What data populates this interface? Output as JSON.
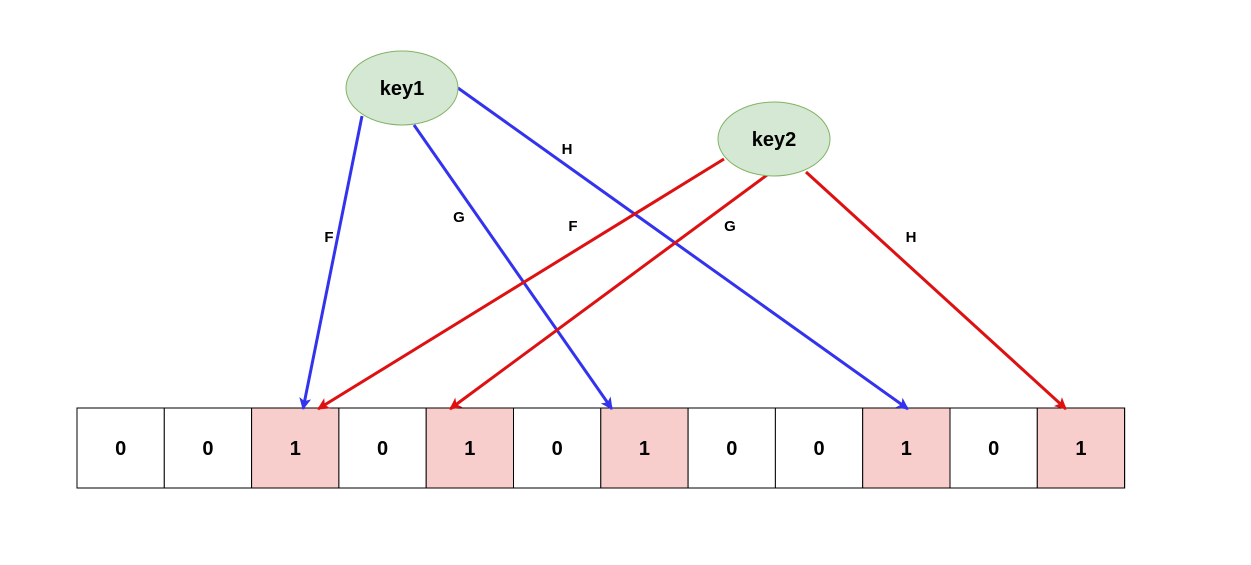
{
  "colors": {
    "node_fill": "#d5e8d4",
    "node_stroke": "#82b366",
    "cell_set_fill": "#f8cecc",
    "cell_set_stroke": "#b85450",
    "cell_unset_fill": "#ffffff",
    "cell_stroke": "#000000",
    "key1_edge": "#3333ee",
    "key2_edge": "#dd1111"
  },
  "keys": [
    {
      "id": "key1",
      "label": "key1"
    },
    {
      "id": "key2",
      "label": "key2"
    }
  ],
  "bits": [
    "0",
    "0",
    "1",
    "0",
    "1",
    "0",
    "1",
    "0",
    "0",
    "1",
    "0",
    "1"
  ],
  "edges": [
    {
      "from": "key1",
      "to_index": 2,
      "label": "F"
    },
    {
      "from": "key1",
      "to_index": 6,
      "label": "G"
    },
    {
      "from": "key1",
      "to_index": 9,
      "label": "H"
    },
    {
      "from": "key2",
      "to_index": 2,
      "label": "F"
    },
    {
      "from": "key2",
      "to_index": 4,
      "label": "G"
    },
    {
      "from": "key2",
      "to_index": 11,
      "label": "H"
    }
  ]
}
